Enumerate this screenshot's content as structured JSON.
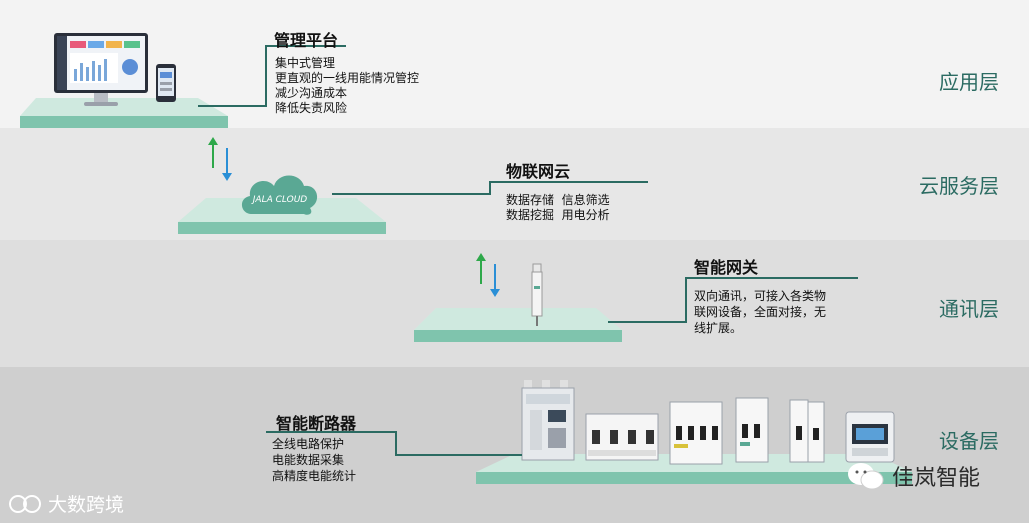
{
  "layers": [
    {
      "name": "应用层"
    },
    {
      "name": "云服务层"
    },
    {
      "name": "通讯层"
    },
    {
      "name": "设备层"
    }
  ],
  "platform_mgmt": {
    "title": "管理平台",
    "lines": [
      "集中式管理",
      "更直观的一线用能情况管控",
      "减少沟通成本",
      "降低失责风险"
    ]
  },
  "cloud": {
    "title": "物联网云",
    "lines": [
      "数据存储  信息筛选",
      "数据挖掘  用电分析"
    ],
    "logo_text": "JALA CLOUD"
  },
  "gateway": {
    "title": "智能网关",
    "lines": [
      "双向通讯，可接入各类物",
      "联网设备，全面对接，无",
      "线扩展。"
    ]
  },
  "breaker": {
    "title": "智能断路器",
    "lines": [
      "全线电路保护",
      "电能数据采集",
      "高精度电能统计"
    ]
  },
  "watermarks": {
    "left": "大数跨境",
    "right": "佳岚智能"
  },
  "colors": {
    "platform": "#7fc4ad",
    "accent": "#2b6b62",
    "arrow_up": "#2ea84a",
    "arrow_down": "#2a8fd6"
  }
}
